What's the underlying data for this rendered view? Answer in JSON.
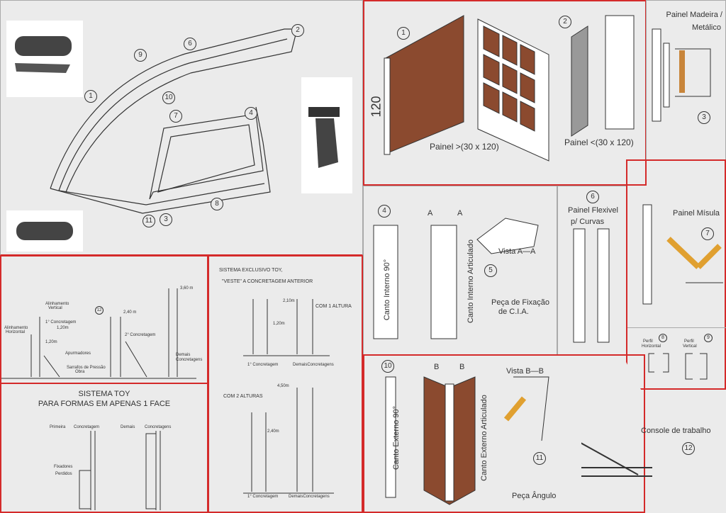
{
  "colors": {
    "frame": "#d42a2a",
    "panel_wood": "#8b4a2f",
    "angle_yellow": "#e0a030"
  },
  "layout_plan": {
    "labels": [
      "1",
      "2",
      "3",
      "4",
      "6",
      "7",
      "8",
      "9",
      "10",
      "11"
    ]
  },
  "panel_1": {
    "number": "1",
    "height_label": "120",
    "caption": "Painel >(30 x 120)"
  },
  "panel_2": {
    "number": "2",
    "caption": "Painel <(30 x 120)"
  },
  "panel_3": {
    "number": "3",
    "title_line1": "Painel Madeira /",
    "title_line2": "Metálico"
  },
  "panel_4": {
    "number": "4",
    "label_a": "Canto Interno 90°",
    "label_b": "Canto Interno Articulado",
    "section": "A",
    "view": "Vista A—A"
  },
  "panel_5": {
    "number": "5",
    "caption_line1": "Peça de Fixação",
    "caption_line2": "de C.I.A."
  },
  "panel_6": {
    "number": "6",
    "title_line1": "Painel Flexivel",
    "title_line2": "p/ Curvas"
  },
  "panel_7": {
    "number": "7",
    "title": "Painel Mísula"
  },
  "profiles": {
    "p8_number": "8",
    "p8_line1": "Perfil",
    "p8_line2": "Horizontal",
    "p9_number": "9",
    "p9_line1": "Perfil",
    "p9_line2": "Vertical"
  },
  "panel_10": {
    "number": "10",
    "label_a": "Canto Externo 90°",
    "label_b": "Canto Externo Articulado",
    "section": "B",
    "view": "Vista B—B"
  },
  "panel_11": {
    "number": "11",
    "caption": "Peça Ângulo"
  },
  "panel_12": {
    "number": "12",
    "caption": "Console de trabalho"
  },
  "climbing": {
    "number": "12",
    "align_v1": "Alinhamento",
    "align_v2": "Vertical",
    "align_h1": "Alinhamento",
    "align_h2": "Horizontal",
    "first": "1° Concretagem",
    "first_h": "1,20m",
    "h120": "1,20m",
    "plumb": "Apurmadores",
    "pressure": "Sarrafos de Pressão",
    "obra": "Obra",
    "second": "2° Concretagem",
    "h240": "2,40 m",
    "h360": "3,60 m",
    "others1": "Demais",
    "others2": "Concretagens"
  },
  "one_face": {
    "title1": "SISTEMA TOY",
    "title2": "PARA FORMAS EM APENAS 1 FACE",
    "first_a": "Primeira",
    "first_b": "Concretagem",
    "others_a": "Demais",
    "others_b": "Concretagens",
    "fix1": "Fixadores",
    "fix2": "Perdidos"
  },
  "exclusive": {
    "title1": "SISTEMA EXCLUSIVO TOY,",
    "title2": "\"VESTE\" A CONCRETAGEM ANTERIOR",
    "one_height": "COM 1 ALTURA",
    "two_heights": "COM 2 ALTURAS",
    "h210": "2,10m",
    "h120": "1,20m",
    "h450": "4,50m",
    "h240": "2,40m",
    "first": "1° Concretagem",
    "others": "DemaisConcretagens",
    "first2": "1° Concretagem",
    "others2": "DemaisConcretagens"
  }
}
